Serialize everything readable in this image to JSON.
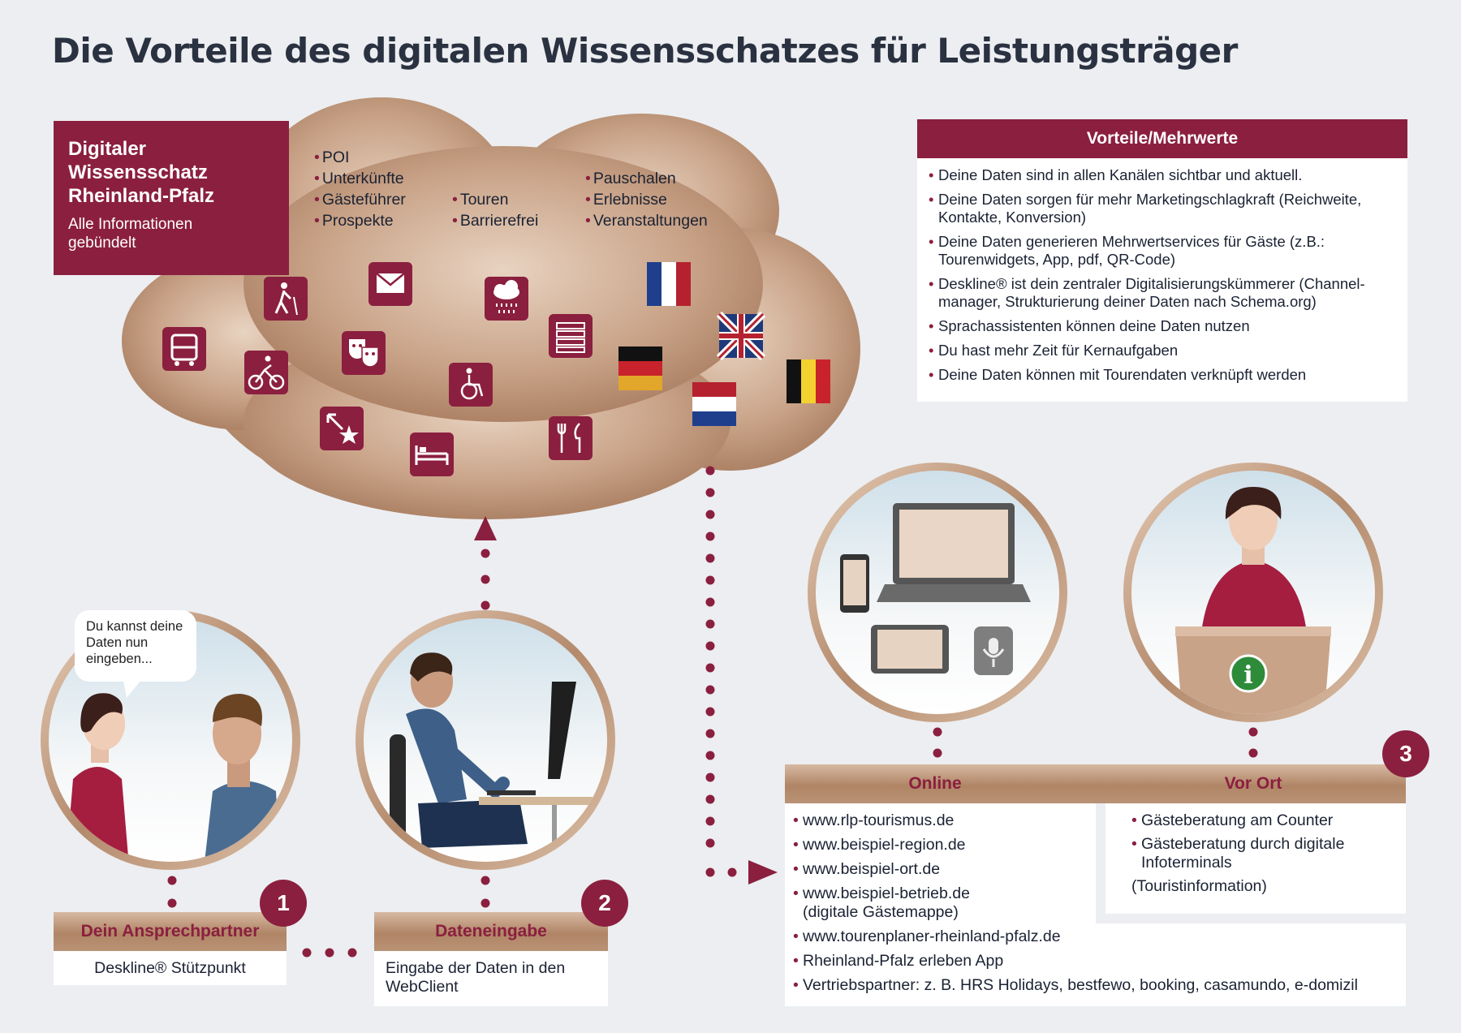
{
  "title": "Die Vorteile des digitalen Wissensschatzes für Leistungsträger",
  "colors": {
    "brand": "#8b1f3f",
    "gold": "#b08566",
    "background": "#eceef1"
  },
  "wissensschatz": {
    "title": "Digitaler Wissensschatz Rheinland-Pfalz",
    "subtitle": "Alle Informationen gebündelt"
  },
  "cloud": {
    "col1": [
      "POI",
      "Unterkünfte",
      "Gästeführer",
      "Prospekte"
    ],
    "col2": [
      "Touren",
      "Barrierefrei"
    ],
    "col3": [
      "Pauschalen",
      "Erlebnisse",
      "Veranstaltungen"
    ],
    "icons": [
      "bus-icon",
      "hiking-icon",
      "bicycle-icon",
      "mail-icon",
      "theater-masks-icon",
      "weather-icon",
      "wheelchair-icon",
      "books-icon",
      "event-icon",
      "bed-icon",
      "restaurant-icon"
    ],
    "flags": [
      "france-flag",
      "uk-flag",
      "germany-flag",
      "belgium-flag",
      "netherlands-flag"
    ]
  },
  "vorteile": {
    "heading": "Vorteile/Mehrwerte",
    "items": [
      "Deine Daten sind in allen Kanälen sichtbar und aktuell.",
      "Deine Daten sorgen für mehr Marketingschlagkraft (Reichweite, Kontakte, Konversion)",
      "Deine Daten generieren Mehrwertservices für Gäste (z.B.: Tourenwidgets, App, pdf, QR-Code)",
      "Deskline® ist dein zentraler Digitalisierungskümmerer (Channel-manager, Strukturierung deiner Daten nach Schema.org)",
      "Sprachassistenten können deine Daten nutzen",
      "Du hast mehr Zeit für Kernaufgaben",
      "Deine Daten können mit Tourendaten verknüpft werden"
    ]
  },
  "step1": {
    "number": "1",
    "label": "Dein Ansprechpartner",
    "text": "Deskline® Stützpunkt",
    "bubble": "Du kannst deine Daten nun eingeben..."
  },
  "step2": {
    "number": "2",
    "label": "Dateneingabe",
    "text": "Eingabe der Daten in den WebClient"
  },
  "step3": {
    "number": "3",
    "online_label": "Online",
    "vorort_label": "Vor Ort",
    "online_items": [
      "www.rlp-tourismus.de",
      "www.beispiel-region.de",
      "www.beispiel-ort.de",
      "www.beispiel-betrieb.de (digitale Gästemappe)",
      "www.tourenplaner-rheinland-pfalz.de",
      "Rheinland-Pfalz erleben App",
      "Vertriebspartner: z. B. HRS Holidays, bestfewo, booking, casamundo, e-domizil"
    ],
    "vorort_items": [
      "Gästeberatung am Counter",
      "Gästeberatung durch digitale Infoterminals"
    ],
    "vorort_note": "(Touristinformation)"
  }
}
